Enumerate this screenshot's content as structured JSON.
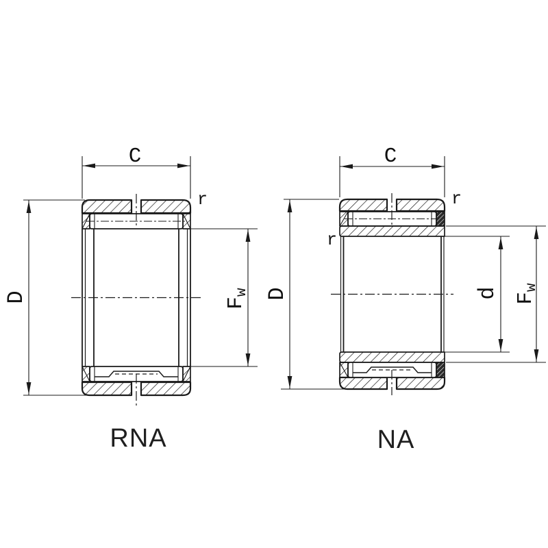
{
  "colors": {
    "background": "#ffffff",
    "line": "#1a1a1a"
  },
  "bearings": [
    {
      "name": "RNA",
      "labels": {
        "width": "C",
        "outer_diameter": "D",
        "raceway_prefix": "F",
        "raceway_subscript": "w",
        "chamfer": "r"
      }
    },
    {
      "name": "NA",
      "labels": {
        "width": "C",
        "outer_diameter": "D",
        "bore": "d",
        "raceway_prefix": "F",
        "raceway_subscript": "w",
        "chamfer_outer": "r",
        "chamfer_inner": "r"
      }
    }
  ]
}
